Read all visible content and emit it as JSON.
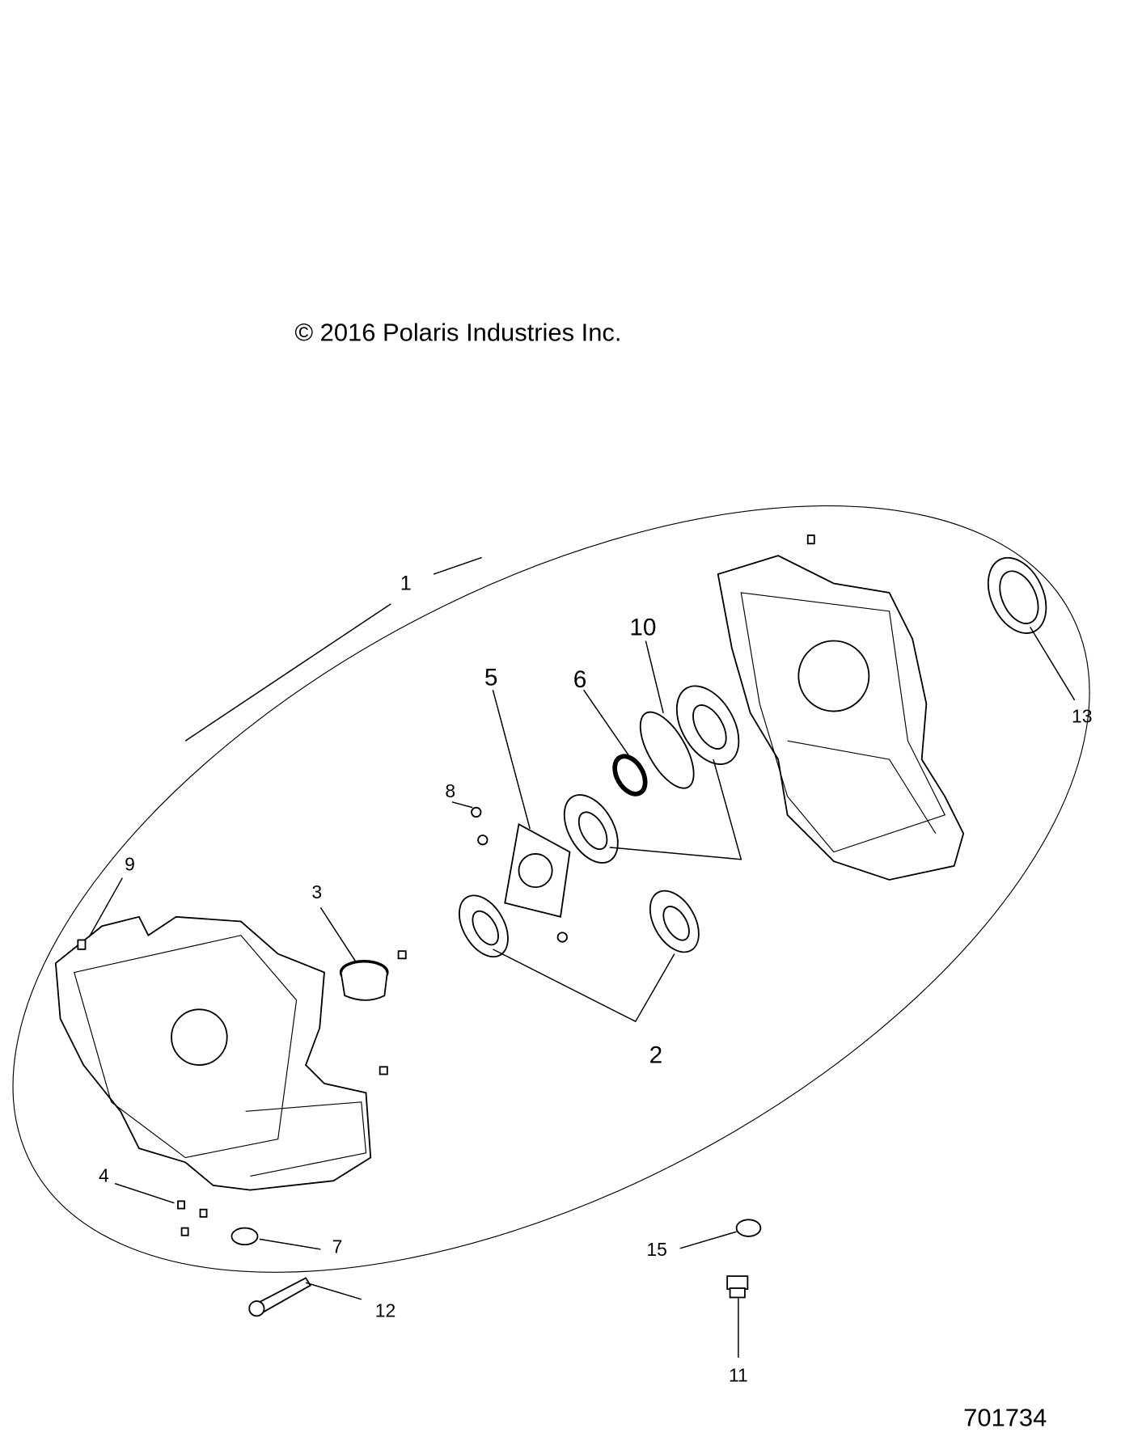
{
  "copyright": "© 2016 Polaris Industries Inc.",
  "diagram_number": "701734",
  "callouts": {
    "c1": "1",
    "c2": "2",
    "c3": "3",
    "c4": "4",
    "c5": "5",
    "c6": "6",
    "c7": "7",
    "c8": "8",
    "c9": "9",
    "c10": "10",
    "c11": "11",
    "c12": "12",
    "c13": "13",
    "c15": "15"
  }
}
